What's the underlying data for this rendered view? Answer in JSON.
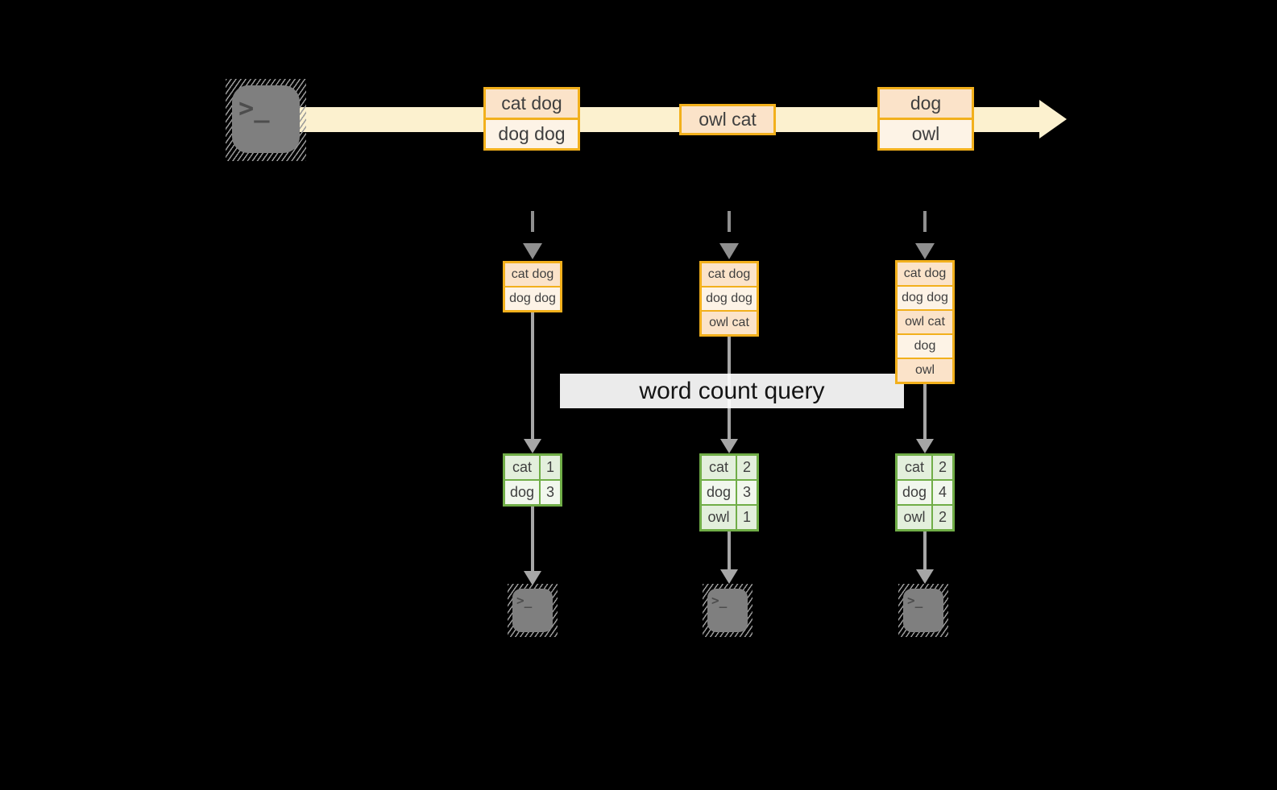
{
  "diagram": {
    "title_hint": "streaming word count",
    "prompt_glyph": ">_",
    "query_label": "word count query",
    "stream_items": [
      {
        "lines": [
          "cat dog",
          "dog dog"
        ]
      },
      {
        "lines": [
          "owl cat"
        ]
      },
      {
        "lines": [
          "dog",
          "owl"
        ]
      }
    ],
    "columns": [
      {
        "batch": [
          "cat dog",
          "dog dog"
        ],
        "counts": [
          [
            "cat",
            "1"
          ],
          [
            "dog",
            "3"
          ]
        ]
      },
      {
        "batch": [
          "cat dog",
          "dog dog",
          "owl cat"
        ],
        "counts": [
          [
            "cat",
            "2"
          ],
          [
            "dog",
            "3"
          ],
          [
            "owl",
            "1"
          ]
        ]
      },
      {
        "batch": [
          "cat dog",
          "dog dog",
          "owl cat",
          "dog",
          "owl"
        ],
        "counts": [
          [
            "cat",
            "2"
          ],
          [
            "dog",
            "4"
          ],
          [
            "owl",
            "2"
          ]
        ]
      }
    ],
    "colors": {
      "background": "#000000",
      "timeline": "#fcf1cf",
      "box_border": "#f2b01c",
      "box_fill_dark": "#fbe3c9",
      "box_fill_light": "#fdf3e6",
      "table_border": "#70ad47",
      "table_fill_dark": "#e3efdc",
      "table_fill_light": "#f1f7ed",
      "arrow_gray": "#a6a6a6",
      "terminal_gray": "#7f7f7f"
    }
  }
}
